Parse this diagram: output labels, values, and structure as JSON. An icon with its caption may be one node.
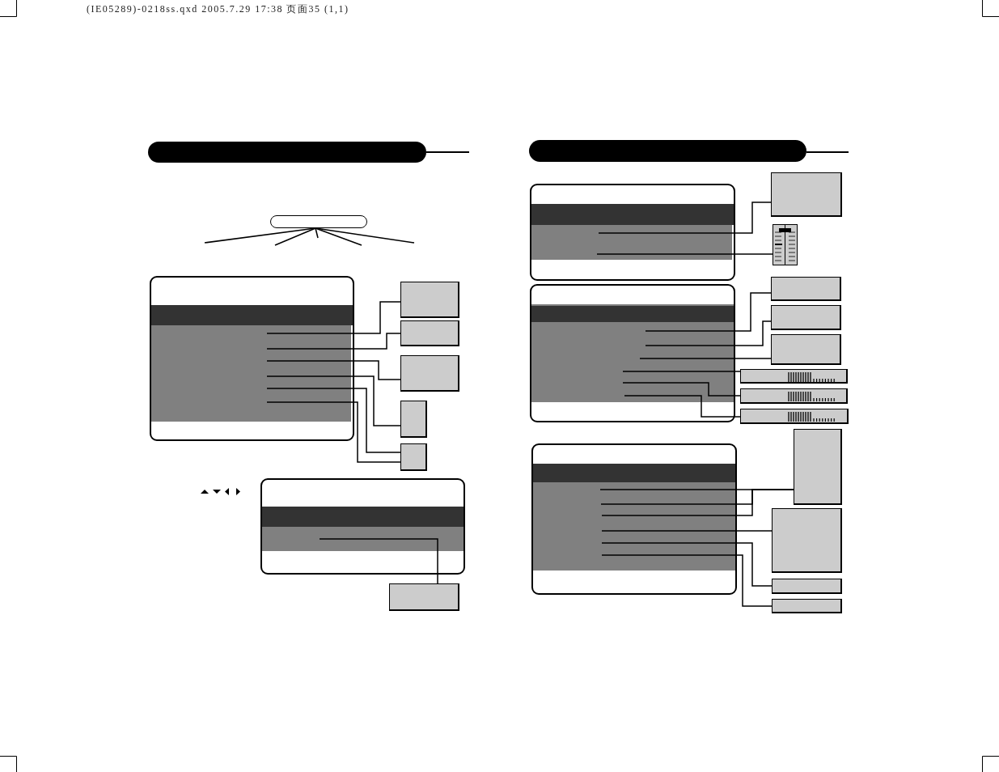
{
  "diagram": {
    "nodes": [
      {
        "text": [],
        "shape": "bar"
      },
      {
        "text": [],
        "shape": "bar"
      },
      {
        "text": [],
        "shape": "box"
      },
      {
        "text": [],
        "shape": "box"
      },
      {
        "text": [],
        "shape": "box"
      },
      {
        "text": [],
        "shape": "box"
      },
      {
        "text": [],
        "shape": "box"
      },
      {
        "text": [],
        "shape": "box"
      },
      {
        "text": [],
        "shape": "box"
      },
      {
        "text": [],
        "shape": "box"
      },
      {
        "text": [],
        "shape": "bar"
      },
      {
        "text": [],
        "shape": "box"
      },
      {
        "text": [],
        "shape": "box"
      },
      {
        "text": [],
        "shape": "picture"
      },
      {
        "text": [],
        "shape": "box"
      },
      {
        "text": [],
        "shape": "box"
      },
      {
        "text": [],
        "shape": "box"
      },
      {
        "text": [],
        "shape": "box"
      },
      {
        "text": [],
        "shape": "bar"
      },
      {
        "text": [],
        "shape": "bar"
      },
      {
        "text": [],
        "shape": "bar"
      },
      {
        "text": [],
        "shape": "box"
      },
      {
        "text": [],
        "shape": "box"
      },
      {
        "text": [],
        "shape": "box"
      },
      {
        "text": [],
        "shape": "box"
      },
      {
        "text": [],
        "shape": "box"
      }
    ],
    "edges": [
      {
        "from": 1,
        "to": null,
        "arrow": "none"
      },
      {
        "from": 1,
        "to": null,
        "arrow": "none"
      },
      {
        "from": 1,
        "to": null,
        "arrow": "none"
      },
      {
        "from": 1,
        "to": null,
        "arrow": "none"
      },
      {
        "from": 1,
        "to": null,
        "arrow": "none"
      },
      {
        "from": 2,
        "to": 3,
        "arrow": "none"
      },
      {
        "from": 2,
        "to": 4,
        "arrow": "none"
      },
      {
        "from": 2,
        "to": 5,
        "arrow": "none"
      },
      {
        "from": 2,
        "to": 6,
        "arrow": "none"
      },
      {
        "from": 2,
        "to": 7,
        "arrow": "none"
      },
      {
        "from": 2,
        "to": 7,
        "arrow": "none"
      },
      {
        "from": 8,
        "to": 9,
        "arrow": "none"
      },
      {
        "from": 11,
        "to": 12,
        "arrow": "none"
      },
      {
        "from": 11,
        "to": 13,
        "arrow": "none"
      },
      {
        "from": 14,
        "to": 15,
        "arrow": "none"
      },
      {
        "from": 14,
        "to": 16,
        "arrow": "none"
      },
      {
        "from": 14,
        "to": 17,
        "arrow": "none"
      },
      {
        "from": 14,
        "to": 18,
        "arrow": "none"
      },
      {
        "from": 14,
        "to": 19,
        "arrow": "none"
      },
      {
        "from": 14,
        "to": 20,
        "arrow": "none"
      },
      {
        "from": 21,
        "to": 22,
        "arrow": "none"
      },
      {
        "from": 21,
        "to": 22,
        "arrow": "none"
      },
      {
        "from": 21,
        "to": 22,
        "arrow": "none"
      },
      {
        "from": 21,
        "to": 23,
        "arrow": "none"
      },
      {
        "from": 21,
        "to": 24,
        "arrow": "none"
      },
      {
        "from": 21,
        "to": 25,
        "arrow": "none"
      }
    ],
    "labels": [
      "(IE05289)-0218ss.qxd 2005.7.29 17:38 页面35 (1,1)"
    ]
  }
}
